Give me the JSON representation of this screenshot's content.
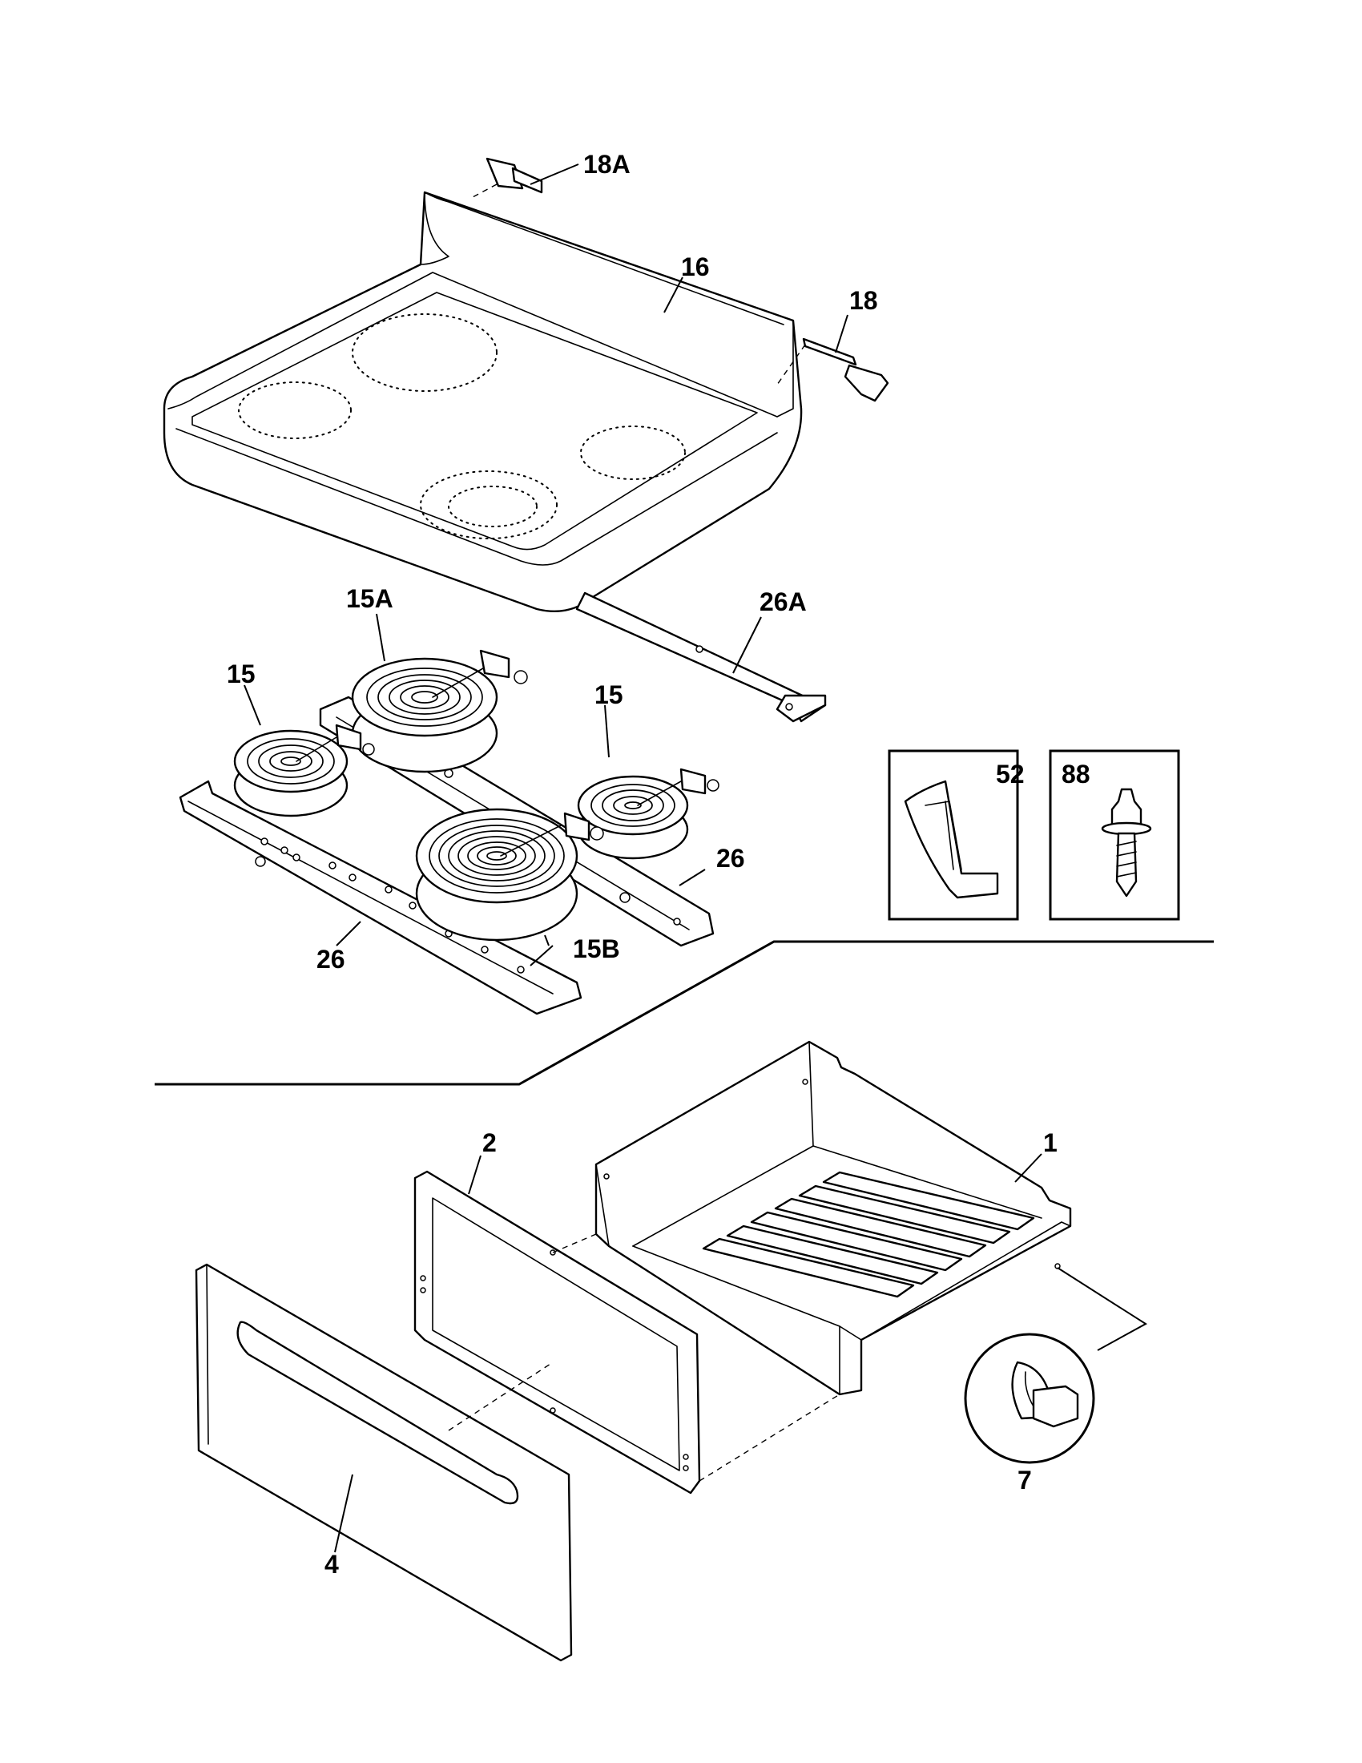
{
  "callouts": {
    "cooktop_top": "16",
    "bracket_left": "18A",
    "bracket_right": "18",
    "element_large_back": "15A",
    "element_small_left": "15",
    "element_small_right": "15",
    "element_large_front": "15B",
    "support_rear": "26A",
    "support_front": "26",
    "support_middle": "26",
    "drawer_body": "1",
    "drawer_liner": "2",
    "drawer_front_panel": "4",
    "drawer_clip": "7",
    "inset_spring_clip": "52",
    "inset_screw": "88"
  },
  "colors": {
    "line": "#000000",
    "background": "#ffffff"
  }
}
